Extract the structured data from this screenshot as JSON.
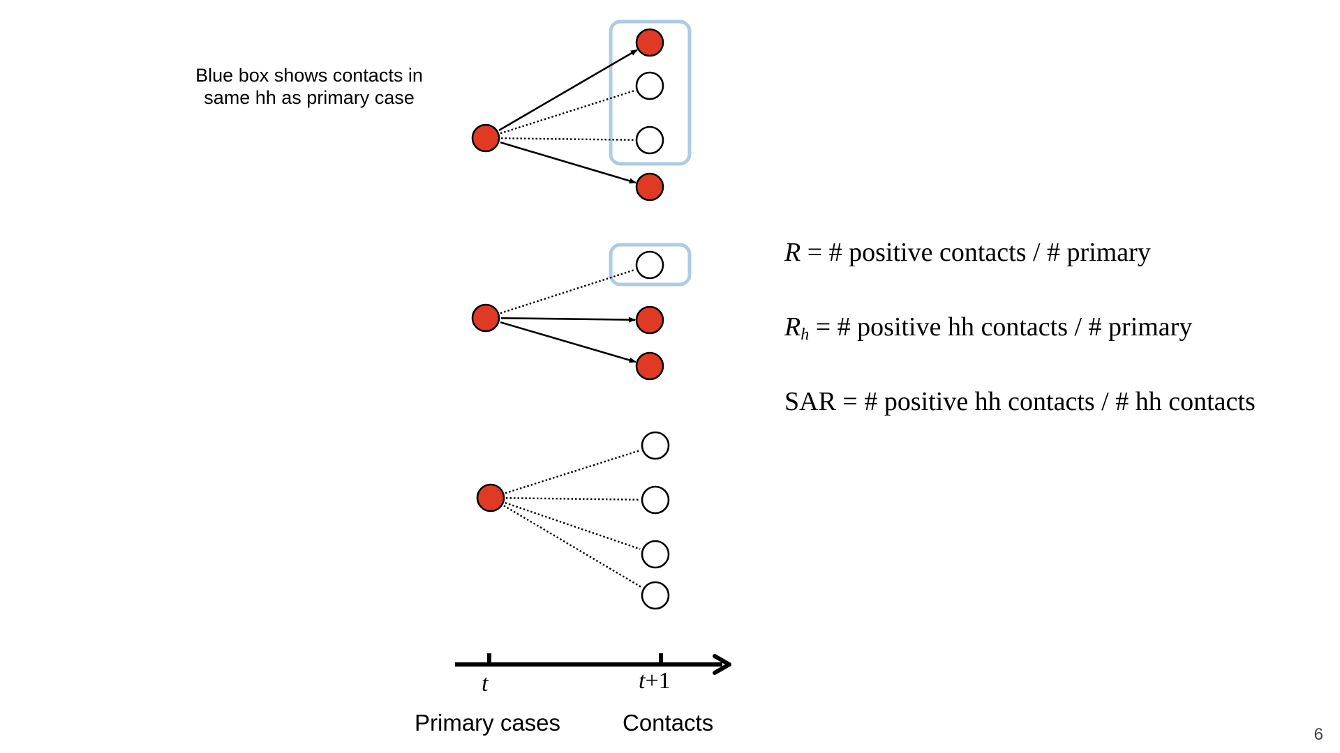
{
  "annotation": {
    "line1": "Blue box shows contacts in",
    "line2": "same hh as primary case"
  },
  "axis": {
    "tick_t": "t",
    "tick_t1_var": "t",
    "tick_t1_num": "+1",
    "left_label": "Primary cases",
    "right_label": "Contacts"
  },
  "formulas": {
    "r": {
      "symbol": "R",
      "rest": " = # positive contacts / # primary"
    },
    "rh": {
      "symbol": "R",
      "subscript": "h",
      "rest": " = # positive hh contacts / # primary"
    },
    "sar": {
      "text": "SAR = # positive hh contacts / # hh contacts"
    }
  },
  "page_number": "6",
  "colors": {
    "positive_case": "#e03a24",
    "negative_contact": "#ffffff",
    "household_box": "#aecbe4",
    "stroke": "#000000"
  },
  "groups": [
    {
      "contacts": [
        {
          "status": "positive",
          "household": true,
          "link": "solid-arrow"
        },
        {
          "status": "negative",
          "household": true,
          "link": "dotted"
        },
        {
          "status": "negative",
          "household": true,
          "link": "dotted"
        },
        {
          "status": "positive",
          "household": false,
          "link": "solid-arrow"
        }
      ]
    },
    {
      "contacts": [
        {
          "status": "negative",
          "household": true,
          "link": "dotted"
        },
        {
          "status": "positive",
          "household": false,
          "link": "solid-arrow"
        },
        {
          "status": "positive",
          "household": false,
          "link": "solid-arrow"
        }
      ]
    },
    {
      "contacts": [
        {
          "status": "negative",
          "household": false,
          "link": "dotted"
        },
        {
          "status": "negative",
          "household": false,
          "link": "dotted"
        },
        {
          "status": "negative",
          "household": false,
          "link": "dotted"
        },
        {
          "status": "negative",
          "household": false,
          "link": "dotted"
        }
      ]
    }
  ]
}
